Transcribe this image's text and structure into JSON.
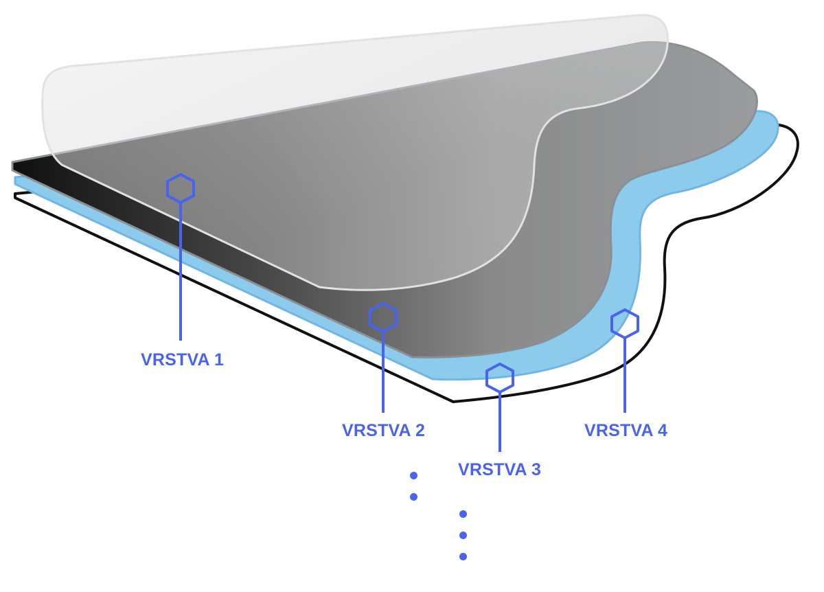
{
  "colors": {
    "accent": "#4a63ee",
    "blue_layer": "#8ccbec",
    "blue_edge": "#6fb6e3",
    "black_layer": "#141414",
    "film": "#d8d8d8"
  },
  "diagram": {
    "layers": [
      {
        "id": "1",
        "label": "VRSTVA 1"
      },
      {
        "id": "2",
        "label": "VRSTVA 2"
      },
      {
        "id": "3",
        "label": "VRSTVA 3"
      },
      {
        "id": "4",
        "label": "VRSTVA 4"
      }
    ],
    "icons": [
      "hexagon-marker-icon",
      "bullet-dot-icon"
    ]
  }
}
